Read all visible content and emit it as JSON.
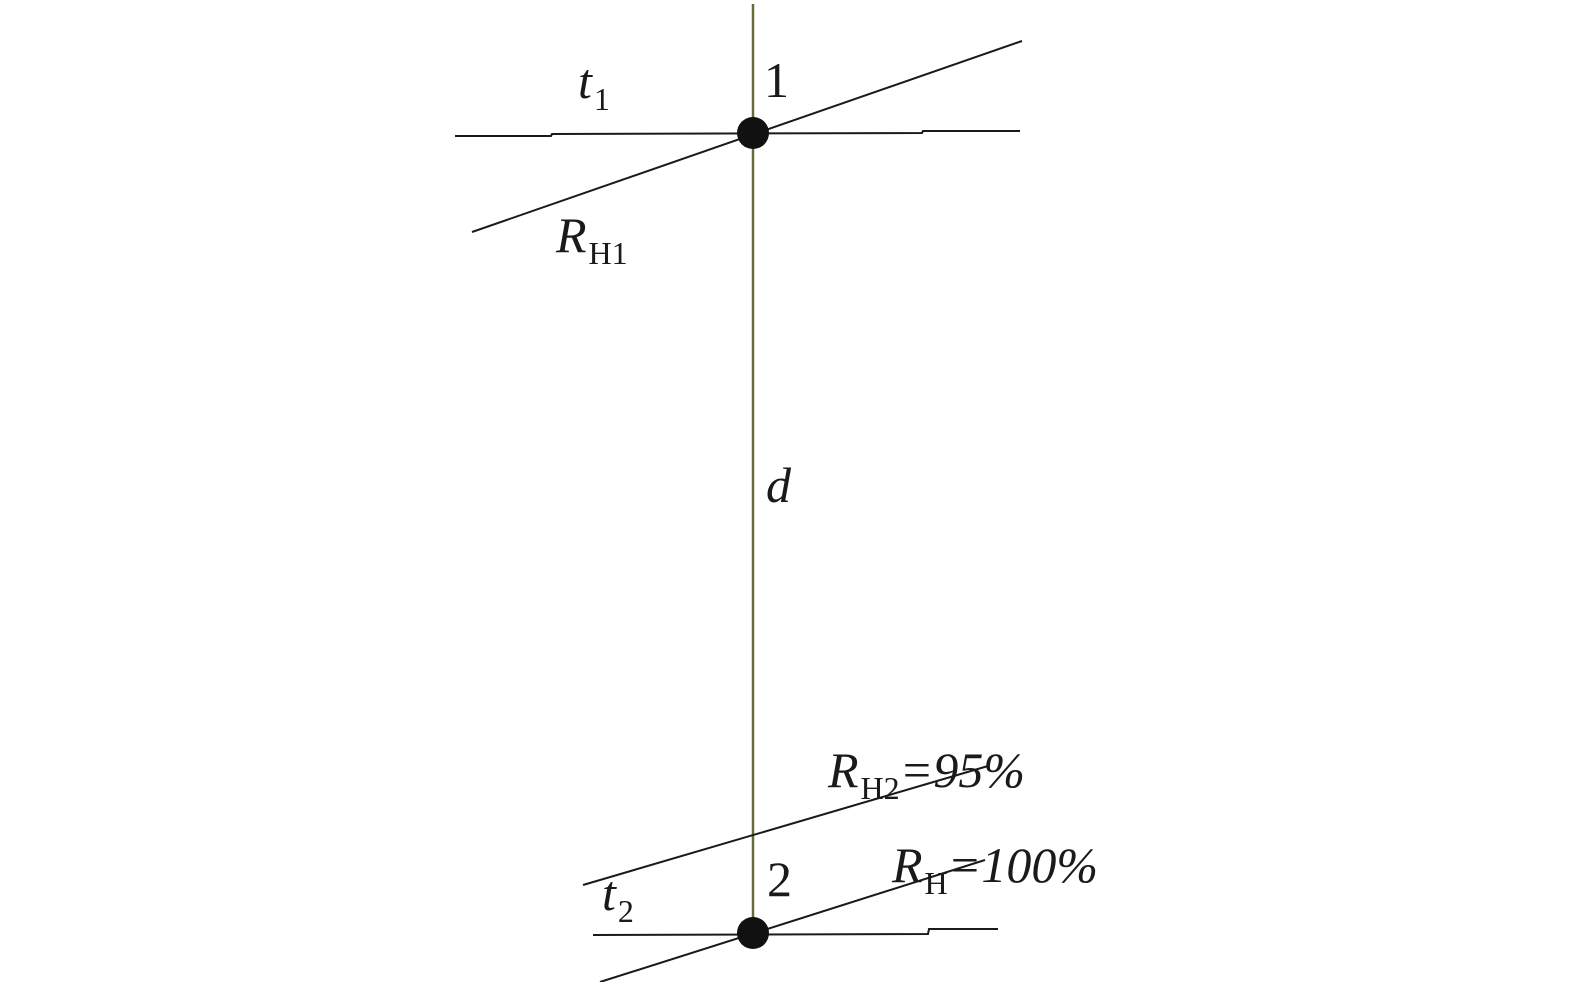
{
  "colors": {
    "ink": "#1a1a1a",
    "vertical_line": "#6b6b3a",
    "background": "#ffffff"
  },
  "labels": {
    "t1": {
      "main": "t",
      "sub": "1"
    },
    "point1": "1",
    "rh1": {
      "main": "R",
      "sub": "H1"
    },
    "d": "d",
    "rh2": {
      "main": "R",
      "sub": "H2",
      "rest": "=95%"
    },
    "point2": "2",
    "t2": {
      "main": "t",
      "sub": "2"
    },
    "rh": {
      "main": "R",
      "sub": "H",
      "rest": "=100%"
    }
  }
}
